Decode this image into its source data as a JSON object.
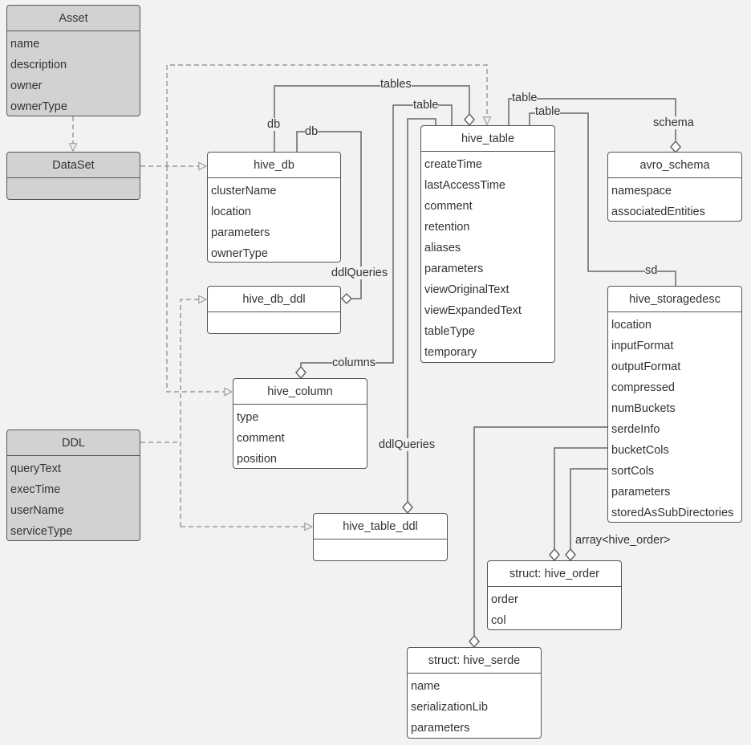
{
  "entities": {
    "asset": {
      "title": "Asset",
      "attrs": [
        "name",
        "description",
        "owner",
        "ownerType"
      ]
    },
    "dataset": {
      "title": "DataSet",
      "attrs": []
    },
    "ddl": {
      "title": "DDL",
      "attrs": [
        "queryText",
        "execTime",
        "userName",
        "serviceType"
      ]
    },
    "hive_db": {
      "title": "hive_db",
      "attrs": [
        "clusterName",
        "location",
        "parameters",
        "ownerType"
      ]
    },
    "hive_db_ddl": {
      "title": "hive_db_ddl",
      "attrs": []
    },
    "hive_column": {
      "title": "hive_column",
      "attrs": [
        "type",
        "comment",
        "position"
      ]
    },
    "hive_table_ddl": {
      "title": "hive_table_ddl",
      "attrs": []
    },
    "hive_table": {
      "title": "hive_table",
      "attrs": [
        "createTime",
        "lastAccessTime",
        "comment",
        "retention",
        "aliases",
        "parameters",
        "viewOriginalText",
        "viewExpandedText",
        "tableType",
        "temporary"
      ]
    },
    "avro_schema": {
      "title": "avro_schema",
      "attrs": [
        "namespace",
        "associatedEntities"
      ]
    },
    "hive_storagedesc": {
      "title": "hive_storagedesc",
      "attrs": [
        "location",
        "inputFormat",
        "outputFormat",
        "compressed",
        "numBuckets",
        "serdeInfo",
        "bucketCols",
        "sortCols",
        "parameters",
        "storedAsSubDirectories"
      ]
    },
    "hive_order": {
      "title": "struct: hive_order",
      "attrs": [
        "order",
        "col"
      ]
    },
    "hive_serde": {
      "title": "struct: hive_serde",
      "attrs": [
        "name",
        "serializationLib",
        "parameters"
      ]
    }
  },
  "labels": {
    "tables": "tables",
    "db_a": "db",
    "db_b": "db",
    "table_a": "table",
    "table_b": "table",
    "table_c": "table",
    "schema": "schema",
    "sd": "sd",
    "ddlqueries_db": "ddlQueries",
    "columns": "columns",
    "ddlqueries_table": "ddlQueries",
    "array_order": "array<hive_order>"
  },
  "colors": {
    "line": "#666666",
    "dashed": "#999999",
    "grey_fill": "#d2d2d2",
    "border": "#555555",
    "background": "#f2f2f2"
  }
}
